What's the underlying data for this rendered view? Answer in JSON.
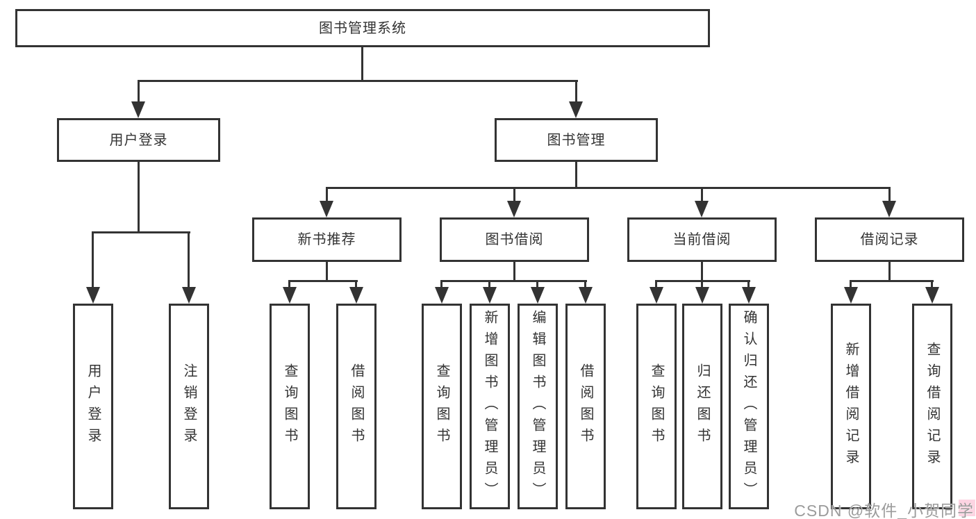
{
  "tree": {
    "root": {
      "label": "图书管理系统"
    },
    "user_login": {
      "label": "用户登录",
      "leaves": [
        {
          "label": "用户登录"
        },
        {
          "label": "注销登录"
        }
      ]
    },
    "book_mgmt": {
      "label": "图书管理",
      "sections": [
        {
          "label": "新书推荐",
          "leaves": [
            {
              "label": "查询图书"
            },
            {
              "label": "借阅图书"
            }
          ]
        },
        {
          "label": "图书借阅",
          "leaves": [
            {
              "label": "查询图书"
            },
            {
              "label": "新增图书（管理员）"
            },
            {
              "label": "编辑图书（管理员）"
            },
            {
              "label": "借阅图书"
            }
          ]
        },
        {
          "label": "当前借阅",
          "leaves": [
            {
              "label": "查询图书"
            },
            {
              "label": "归还图书"
            },
            {
              "label": "确认归还（管理员）"
            }
          ]
        },
        {
          "label": "借阅记录",
          "leaves": [
            {
              "label": "新增借阅记录"
            },
            {
              "label": "查询借阅记录"
            }
          ]
        }
      ]
    }
  },
  "watermark": {
    "text": "CSDN @软件_小贺同学"
  },
  "colors": {
    "line": "#333333",
    "text": "#333333",
    "background": "#ffffff",
    "watermark": "#9b9b9b"
  }
}
